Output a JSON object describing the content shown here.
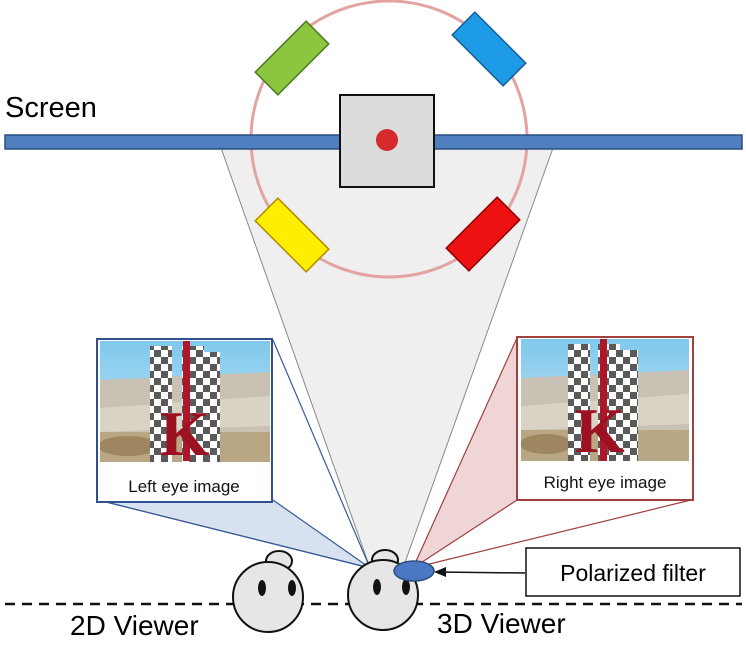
{
  "labels": {
    "screen": "Screen",
    "left_eye_image": "Left eye image",
    "right_eye_image": "Right eye image",
    "polarized_filter": "Polarized filter",
    "viewer_2d": "2D Viewer",
    "viewer_3d": "3D Viewer",
    "letter": "K"
  },
  "projectors": [
    {
      "name": "green",
      "color": "#8cc63f"
    },
    {
      "name": "blue",
      "color": "#1e9be6"
    },
    {
      "name": "yellow",
      "color": "#ffee00"
    },
    {
      "name": "red",
      "color": "#ee1111"
    }
  ],
  "colors": {
    "screen_bar": "#4f7fbf",
    "ring": "#e6a3a3",
    "center_dot": "#d42a2a",
    "filter": "#4a78c4",
    "left_frame": "#2f4f8f",
    "right_frame": "#a04040"
  }
}
